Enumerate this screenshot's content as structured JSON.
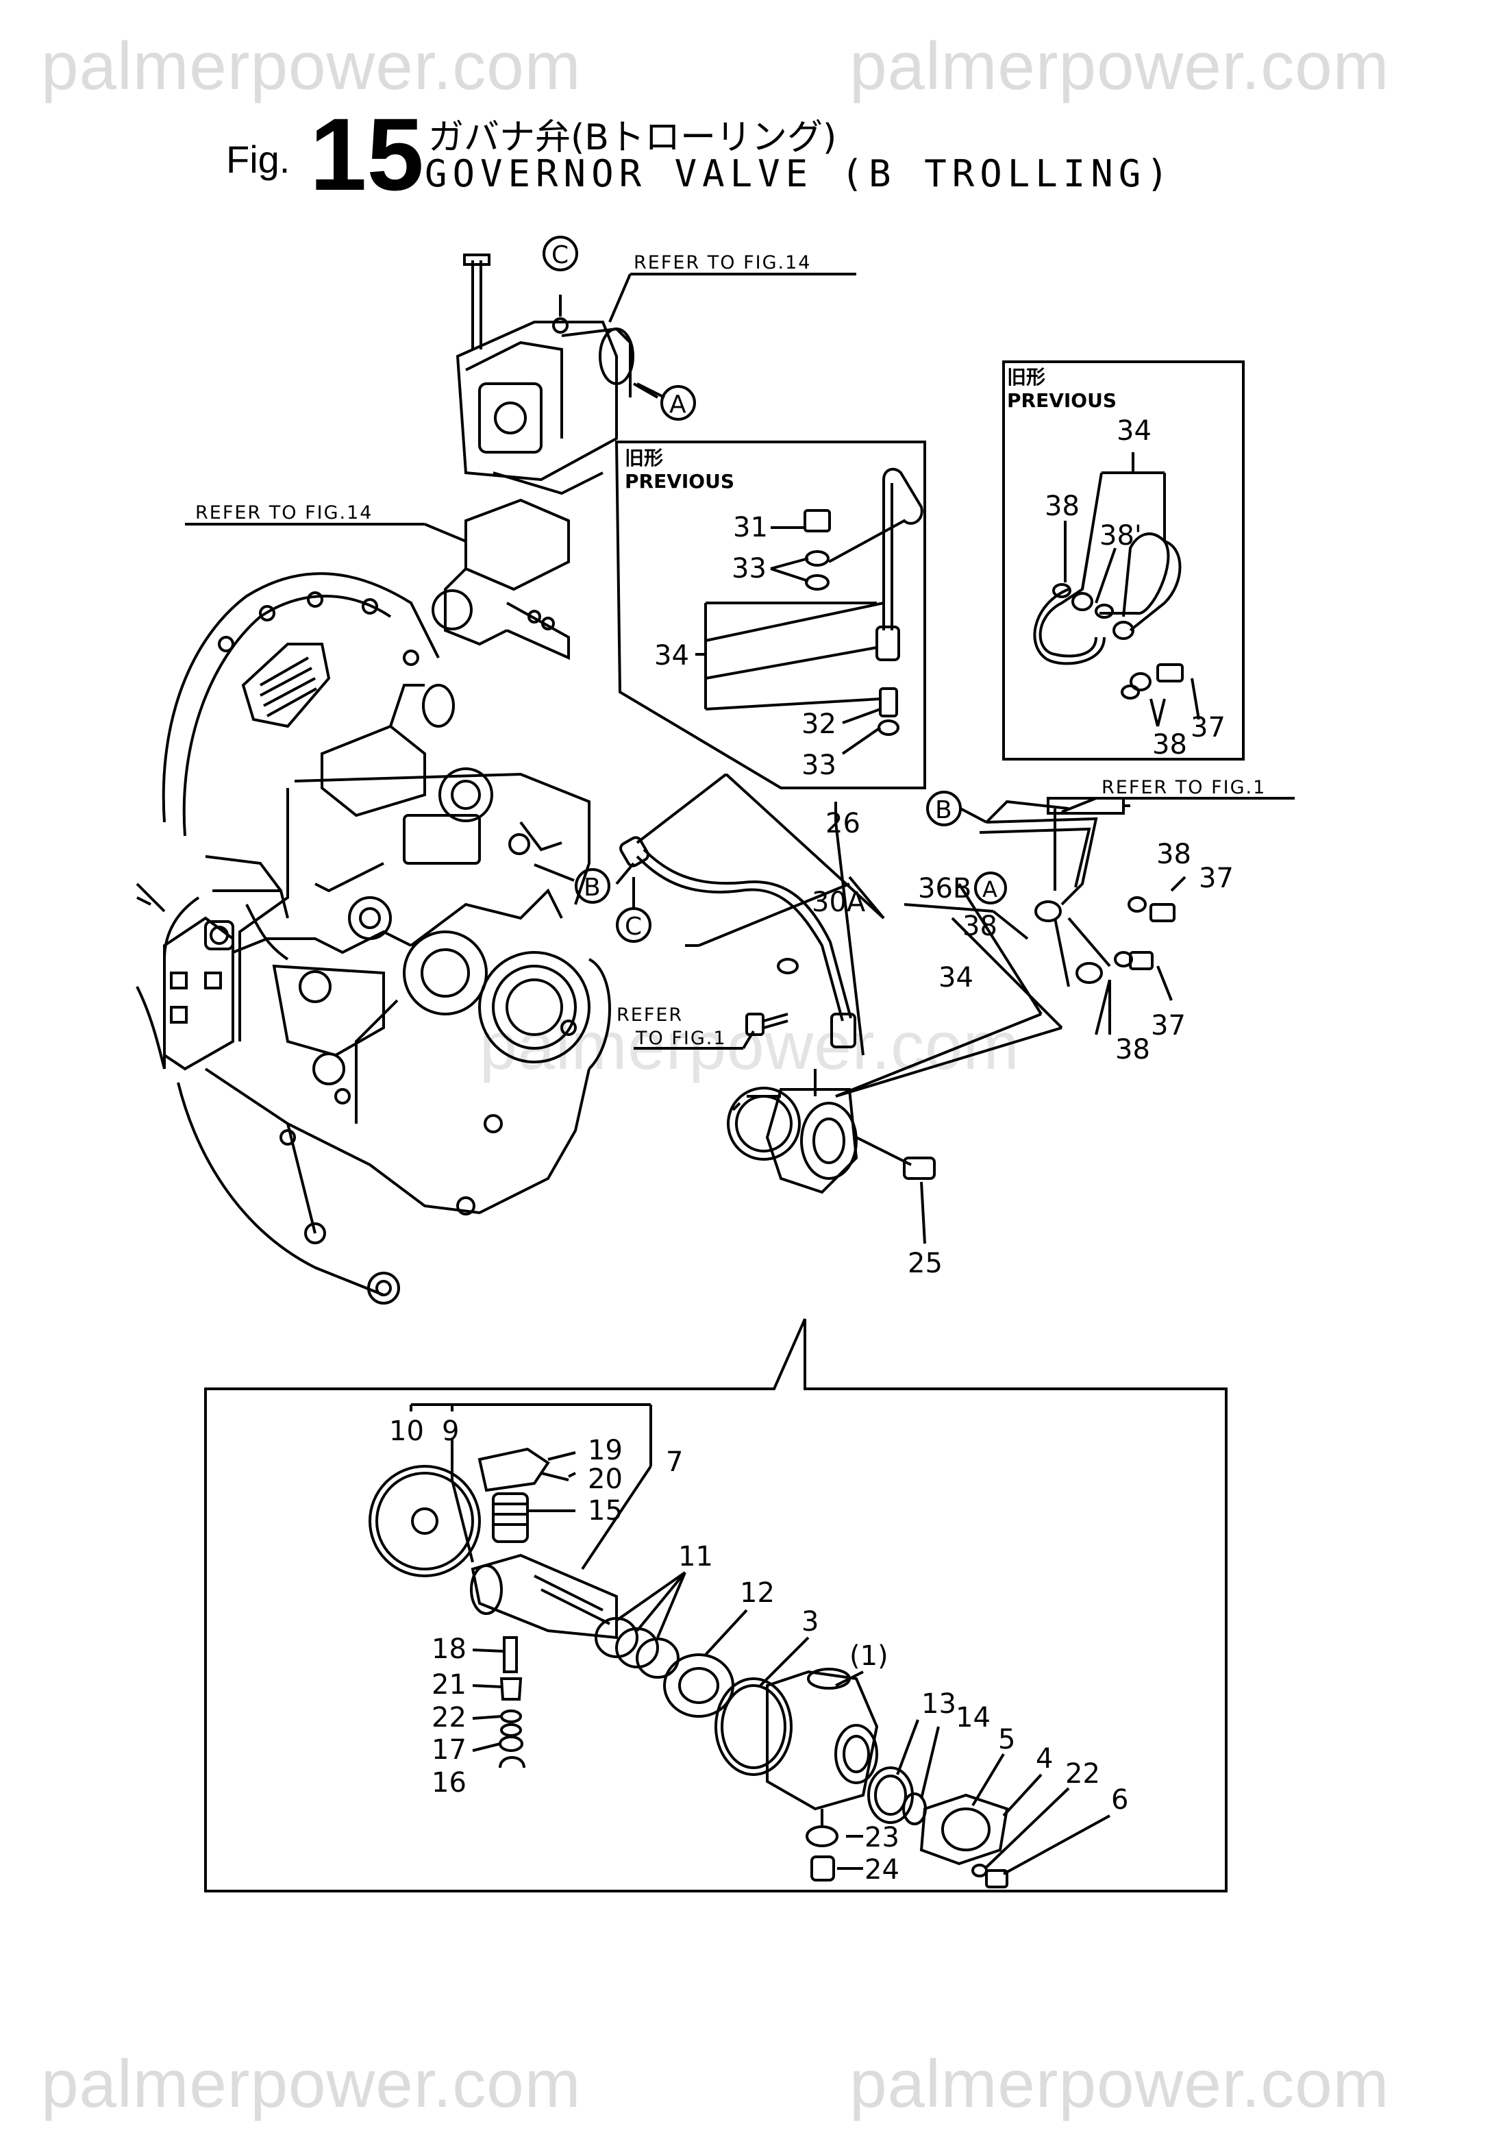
{
  "watermarks": {
    "top_left": "palmerpower.com",
    "top_right": "palmerpower.com",
    "middle": "palmerpower.com",
    "bottom_left": "palmerpower.com",
    "bottom_right": "palmerpower.com"
  },
  "header": {
    "fig_prefix": "Fig.",
    "fig_number": "15",
    "title_jp": "ガバナ弁(Bトローリング)",
    "title_en": "GOVERNOR VALVE (B TROLLING)"
  },
  "references": {
    "refer_fig14_top": "REFER TO FIG.14",
    "refer_fig14_left": "REFER TO FIG.14",
    "refer_fig1_right": "REFER TO FIG.1",
    "refer_fig1_mid_a": "REFER",
    "refer_fig1_mid_b": "TO FIG.1"
  },
  "markers": {
    "a": "A",
    "b": "B",
    "c": "C"
  },
  "previous_boxes": {
    "jp": "旧形",
    "en": "PREVIOUS"
  },
  "part_numbers": {
    "p1": "(1)",
    "p3": "3",
    "p4": "4",
    "p5": "5",
    "p6": "6",
    "p7": "7",
    "p9": "9",
    "p10": "10",
    "p11": "11",
    "p12": "12",
    "p13": "13",
    "p14": "14",
    "p15": "15",
    "p16": "16",
    "p17": "17",
    "p18": "18",
    "p19": "19",
    "p20": "20",
    "p21": "21",
    "p22": "22",
    "p23": "23",
    "p24": "24",
    "p25": "25",
    "p26": "26",
    "p30a": "30A",
    "p31": "31",
    "p32": "32",
    "p33": "33",
    "p34": "34",
    "p36b": "36B",
    "p37": "37",
    "p38": "38",
    "p38p": "38'"
  }
}
